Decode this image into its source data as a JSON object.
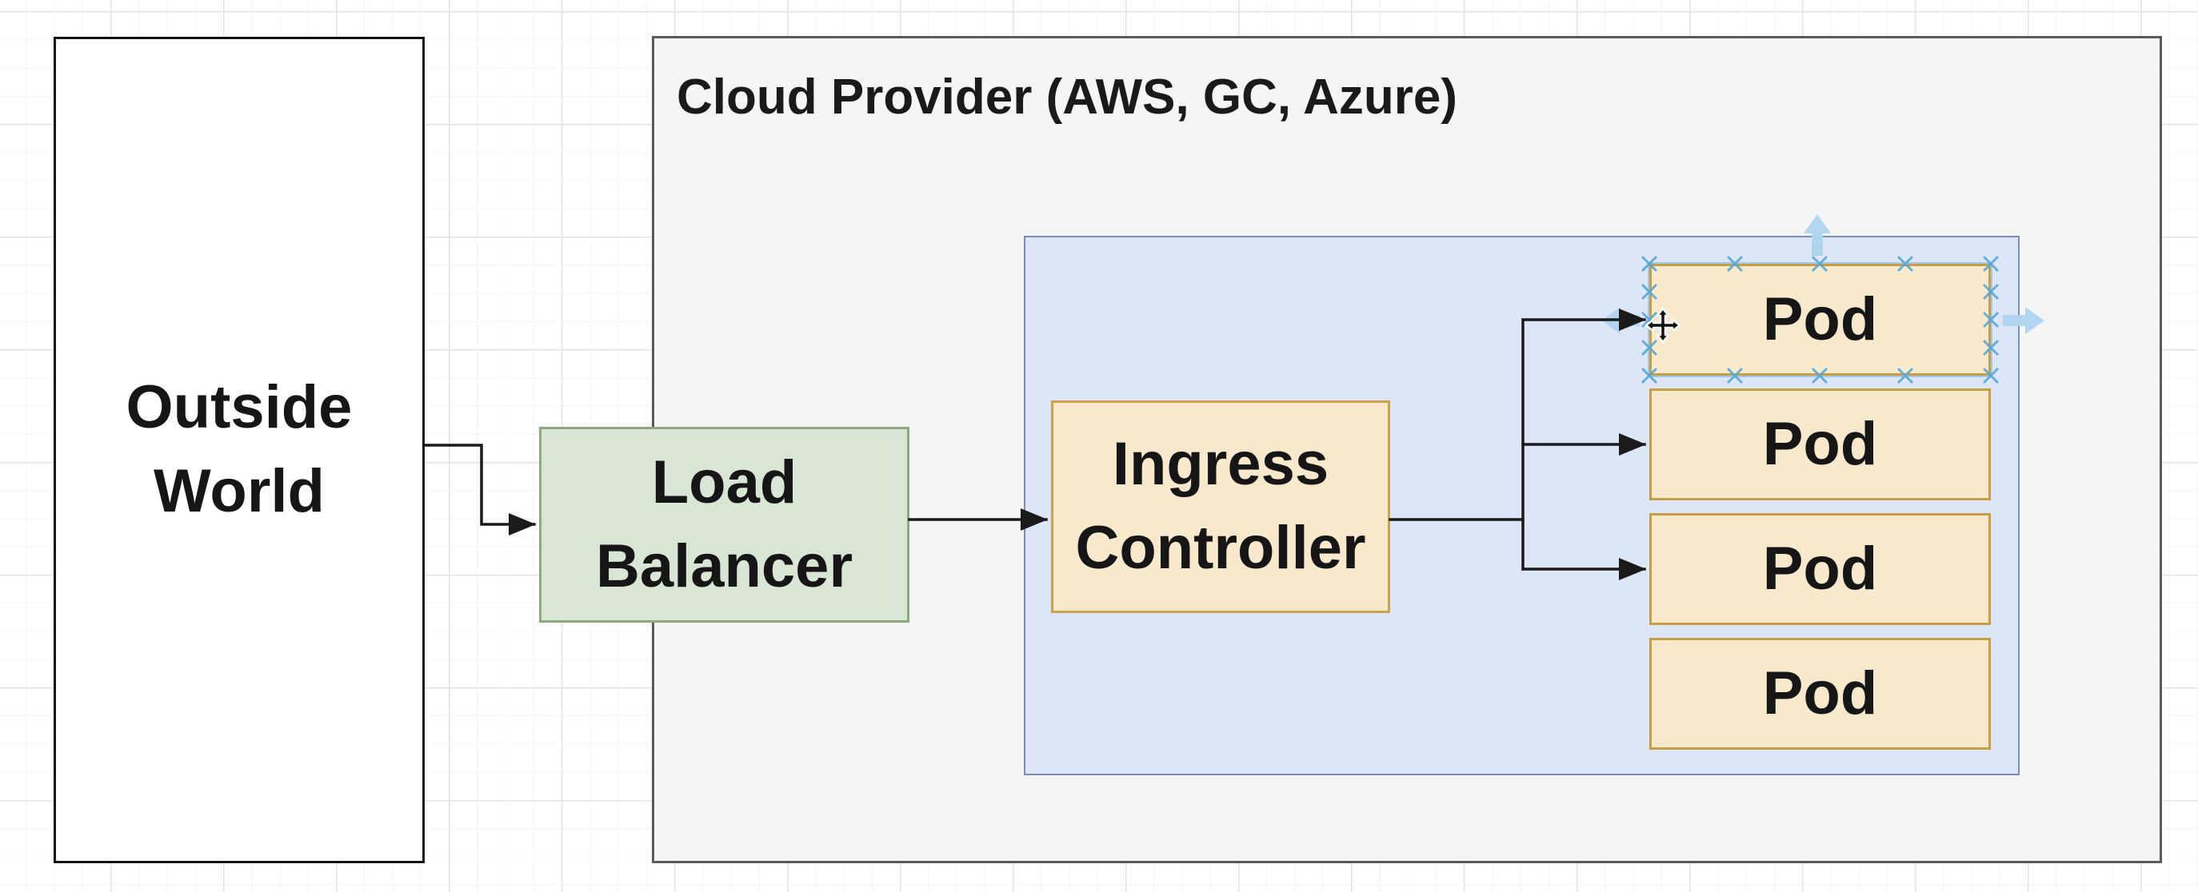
{
  "diagram": {
    "containers": {
      "cloud_provider": {
        "title": "Cloud Provider (AWS, GC, Azure)"
      },
      "cluster": {
        "title": ""
      }
    },
    "nodes": {
      "outside_world": {
        "line1": "Outside",
        "line2": "World"
      },
      "load_balancer": {
        "line1": "Load",
        "line2": "Balancer"
      },
      "ingress_controller": {
        "line1": "Ingress",
        "line2": "Controller"
      },
      "pods": [
        {
          "label": "Pod"
        },
        {
          "label": "Pod"
        },
        {
          "label": "Pod"
        },
        {
          "label": "Pod"
        }
      ]
    },
    "selection": {
      "selected_node": "Pod (first)",
      "clone_arrows_visible": [
        "up",
        "right",
        "left"
      ],
      "connection_points_visible": true,
      "cursor": "move"
    },
    "colors": {
      "canvas_bg": "#ffffff",
      "grid_minor": "#f4f4f4",
      "grid_major": "#e3e3e3",
      "cloud_fill": "#f5f5f6",
      "cloud_stroke": "#5b5b5b",
      "cluster_fill": "#dde6f7",
      "cluster_stroke": "#7b8cba",
      "outside_world_fill": "#ffffff",
      "outside_world_stroke": "#141414",
      "load_balancer_fill": "#d9e5d5",
      "load_balancer_stroke": "#8aac7d",
      "pod_fill": "#f8e9cd",
      "pod_stroke": "#c79d45",
      "edge_stroke": "#1a1a1a",
      "selection_handle": "#54a7d8",
      "clone_arrow": "#aed4f0",
      "text": "#161616"
    }
  }
}
